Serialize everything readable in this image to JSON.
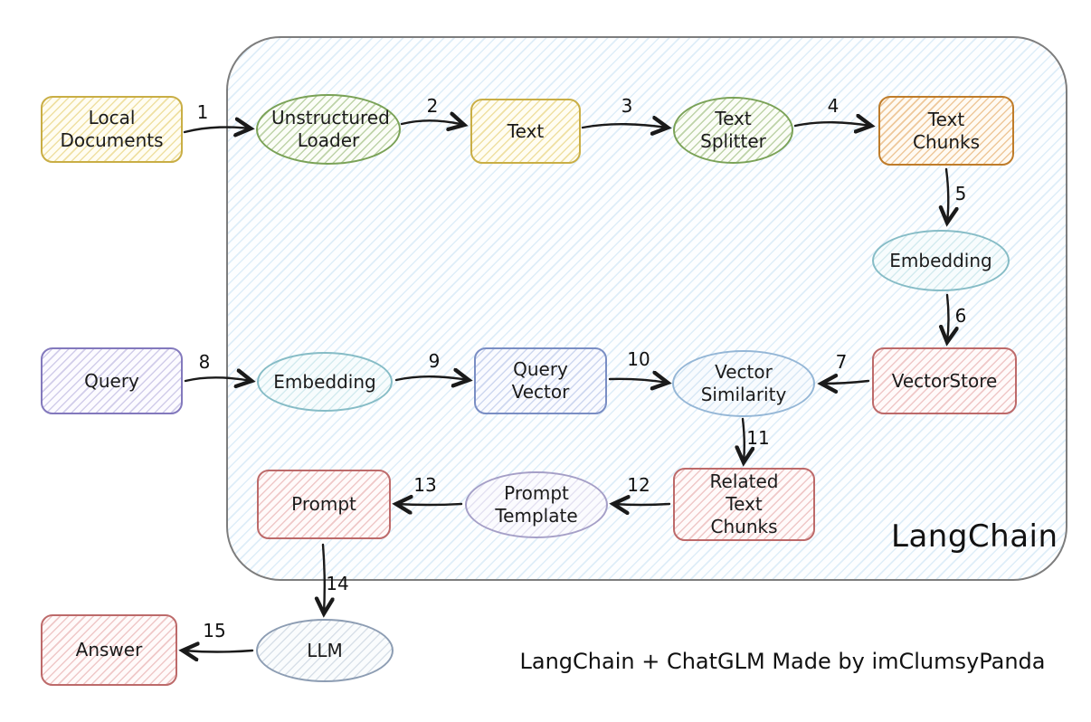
{
  "diagram": {
    "container_label": "LangChain",
    "caption": "LangChain + ChatGLM Made by imClumsyPanda"
  },
  "nodes": {
    "local_documents": {
      "label": "Local Documents",
      "shape": "rect",
      "color": "yellow"
    },
    "unstructured_loader": {
      "label": "Unstructured Loader",
      "shape": "ellipse",
      "color": "green"
    },
    "text": {
      "label": "Text",
      "shape": "rect",
      "color": "yellow"
    },
    "text_splitter": {
      "label": "Text Splitter",
      "shape": "ellipse",
      "color": "green"
    },
    "text_chunks": {
      "label": "Text Chunks",
      "shape": "rect",
      "color": "orange"
    },
    "embedding_docs": {
      "label": "Embedding",
      "shape": "ellipse",
      "color": "teal"
    },
    "vectorstore": {
      "label": "VectorStore",
      "shape": "rect",
      "color": "red"
    },
    "query": {
      "label": "Query",
      "shape": "rect",
      "color": "purple"
    },
    "embedding_query": {
      "label": "Embedding",
      "shape": "ellipse",
      "color": "teal"
    },
    "query_vector": {
      "label": "Query Vector",
      "shape": "rect",
      "color": "blue"
    },
    "vector_similarity": {
      "label": "Vector Similarity",
      "shape": "ellipse",
      "color": "lightblue"
    },
    "related_text_chunks": {
      "label": "Related Text Chunks",
      "shape": "rect",
      "color": "red"
    },
    "prompt_template": {
      "label": "Prompt Template",
      "shape": "ellipse",
      "color": "lavender"
    },
    "prompt": {
      "label": "Prompt",
      "shape": "rect",
      "color": "red"
    },
    "llm": {
      "label": "LLM",
      "shape": "ellipse",
      "color": "grayblue"
    },
    "answer": {
      "label": "Answer",
      "shape": "rect",
      "color": "red"
    }
  },
  "edges": {
    "e1": {
      "label": "1",
      "from": "local_documents",
      "to": "unstructured_loader"
    },
    "e2": {
      "label": "2",
      "from": "unstructured_loader",
      "to": "text"
    },
    "e3": {
      "label": "3",
      "from": "text",
      "to": "text_splitter"
    },
    "e4": {
      "label": "4",
      "from": "text_splitter",
      "to": "text_chunks"
    },
    "e5": {
      "label": "5",
      "from": "text_chunks",
      "to": "embedding_docs"
    },
    "e6": {
      "label": "6",
      "from": "embedding_docs",
      "to": "vectorstore"
    },
    "e7": {
      "label": "7",
      "from": "vectorstore",
      "to": "vector_similarity"
    },
    "e8": {
      "label": "8",
      "from": "query",
      "to": "embedding_query"
    },
    "e9": {
      "label": "9",
      "from": "embedding_query",
      "to": "query_vector"
    },
    "e10": {
      "label": "10",
      "from": "query_vector",
      "to": "vector_similarity"
    },
    "e11": {
      "label": "11",
      "from": "vector_similarity",
      "to": "related_text_chunks"
    },
    "e12": {
      "label": "12",
      "from": "related_text_chunks",
      "to": "prompt_template"
    },
    "e13": {
      "label": "13",
      "from": "prompt_template",
      "to": "prompt"
    },
    "e14": {
      "label": "14",
      "from": "prompt",
      "to": "llm"
    },
    "e15": {
      "label": "15",
      "from": "llm",
      "to": "answer"
    }
  },
  "colors": {
    "container_border": "#7d7d7d",
    "container_hatch": "#add2ee",
    "yellow": "#c9ae45",
    "green": "#7aa257",
    "orange": "#bf7c2a",
    "red": "#bd6a6a",
    "purple": "#8379bd",
    "blue": "#7a8ec4",
    "teal": "#86bcc6",
    "lightblue": "#94b6d6",
    "lavender": "#a59fc7",
    "grayblue": "#8d9db3",
    "arrow": "#1a1a1a",
    "text": "#1b1b1b"
  }
}
